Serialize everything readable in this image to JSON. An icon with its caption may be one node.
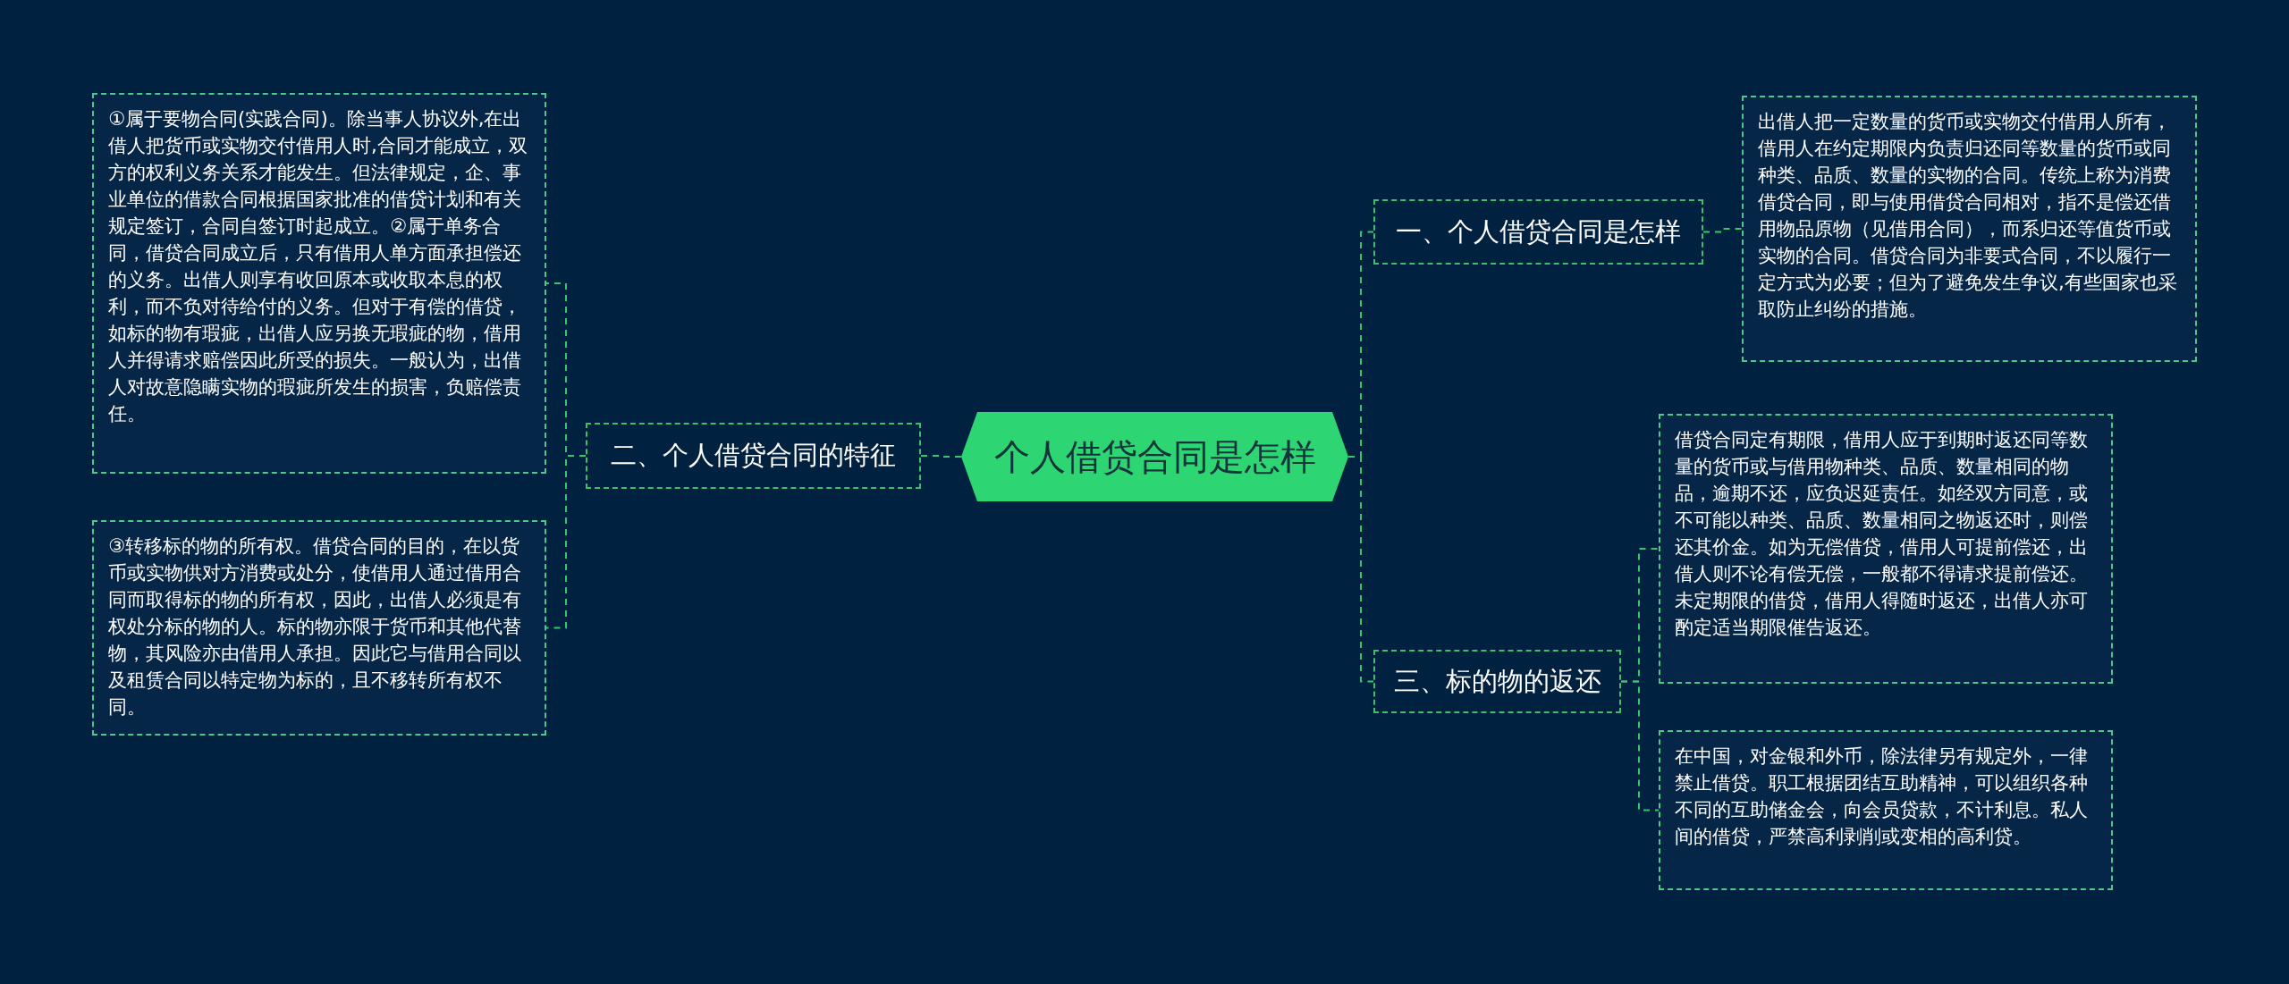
{
  "diagram": {
    "nodes": [
      {
        "text": [
          "个人借贷合同是怎样"
        ]
      },
      {
        "text": [
          "一、个人借贷合同是怎样"
        ]
      },
      {
        "text": [
          "出借人把一定数量的货币或实物交付借用人所有，借用人在约定期限内负责归还同等数量的货币或同种类、品质、数量的实物的合同。传统上称为消费借贷合同，即与使用借贷合同相对，指不是偿还借用物品原物（见借用合同），而系归还等值货币或实物的合同。借贷合同为非要式合同，不以履行一定方式为必要；但为了避免发生争议,有些国家也采取防止纠纷的措施。"
        ]
      },
      {
        "text": [
          "三、标的物的返还"
        ]
      },
      {
        "text": [
          "借贷合同定有期限，借用人应于到期时返还同等数量的货币或与借用物种类、品质、数量相同的物品，逾期不还，应负迟延责任。如经双方同意，或不可能以种类、品质、数量相同之物返还时，则偿还其价金。如为无偿借贷，借用人可提前偿还，出借人则不论有偿无偿，一般都不得请求提前偿还。未定期限的借贷，借用人得随时返还，出借人亦可酌定适当期限催告返还。"
        ]
      },
      {
        "text": [
          "在中国，对金银和外币，除法律另有规定外，一律禁止借贷。职工根据团结互助精神，可以组织各种不同的互助储金会，向会员贷款，不计利息。私人间的借贷，严禁高利剥削或变相的高利贷。"
        ]
      },
      {
        "text": [
          "二、个人借贷合同的特征"
        ]
      },
      {
        "text": [
          "①属于要物合同(实践合同)。除当事人协议外,在出借人把货币或实物交付借用人时,合同才能成立，双方的权利义务关系才能发生。但法律规定，企、事业单位的借款合同根据国家批准的借贷计划和有关规定签订，合同自签订时起成立。②属于单务合同，借贷合同成立后，只有借用人单方面承担偿还的义务。出借人则享有收回原本或收取本息的权利，而不负对待给付的义务。但对于有偿的借贷，如标的物有瑕疵，出借人应另换无瑕疵的物，借用人并得请求赔偿因此所受的损失。一般认为，出借人对故意隐瞒实物的瑕疵所发生的损害，负赔偿责任。"
        ]
      },
      {
        "text": [
          "③转移标的物的所有权。借贷合同的目的，在以货币或实物供对方消费或处分，使借用人通过借用合同而取得标的物的所有权，因此，出借人必须是有权处分标的物的人。标的物亦限于货币和其他代替物，其风险亦由借用人承担。因此它与借用合同以及租赁合同以特定物为标的，且不移转所有权不同。"
        ]
      }
    ],
    "edges": [
      {
        "from": 0,
        "to": 1,
        "arrow": "none",
        "style": "dashed"
      },
      {
        "from": 1,
        "to": 2,
        "arrow": "none",
        "style": "dashed"
      },
      {
        "from": 0,
        "to": 3,
        "arrow": "none",
        "style": "dashed"
      },
      {
        "from": 3,
        "to": 4,
        "arrow": "none",
        "style": "dashed"
      },
      {
        "from": 3,
        "to": 5,
        "arrow": "none",
        "style": "dashed"
      },
      {
        "from": 0,
        "to": 6,
        "arrow": "none",
        "style": "dashed"
      },
      {
        "from": 6,
        "to": 7,
        "arrow": "none",
        "style": "dashed"
      },
      {
        "from": 6,
        "to": 8,
        "arrow": "none",
        "style": "dashed"
      }
    ]
  }
}
